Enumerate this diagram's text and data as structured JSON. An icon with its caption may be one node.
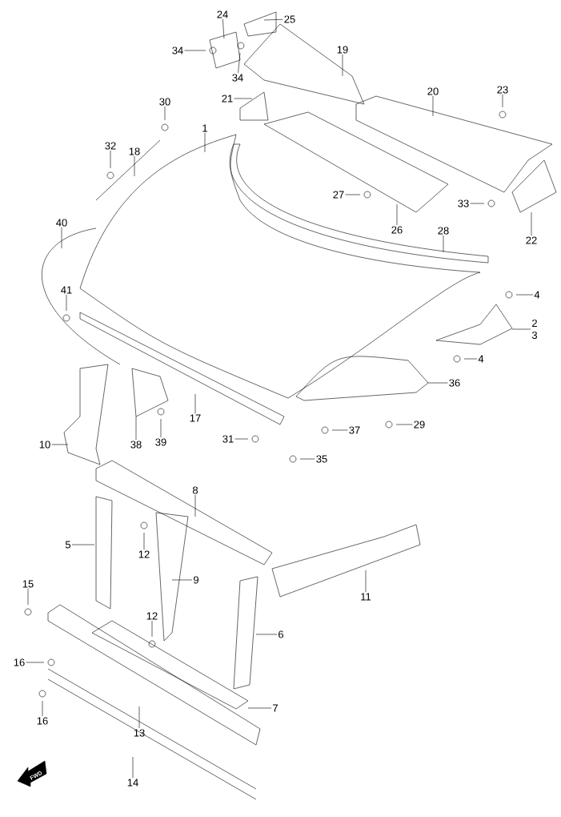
{
  "diagram": {
    "nodes": [
      {
        "text": [
          "24"
        ]
      },
      {
        "text": [
          "25"
        ]
      },
      {
        "text": [
          "34"
        ]
      },
      {
        "text": [
          "34"
        ]
      },
      {
        "text": [
          "19"
        ]
      },
      {
        "text": [
          "20"
        ]
      },
      {
        "text": [
          "23"
        ]
      },
      {
        "text": [
          "21"
        ]
      },
      {
        "text": [
          "30"
        ]
      },
      {
        "text": [
          "1"
        ]
      },
      {
        "text": [
          "32"
        ]
      },
      {
        "text": [
          "18"
        ]
      },
      {
        "text": [
          "27"
        ]
      },
      {
        "text": [
          "26"
        ]
      },
      {
        "text": [
          "33"
        ]
      },
      {
        "text": [
          "22"
        ]
      },
      {
        "text": [
          "40"
        ]
      },
      {
        "text": [
          "28"
        ]
      },
      {
        "text": [
          "41"
        ]
      },
      {
        "text": [
          "4"
        ]
      },
      {
        "text": [
          "2",
          "3"
        ]
      },
      {
        "text": [
          "4"
        ]
      },
      {
        "text": [
          "36"
        ]
      },
      {
        "text": [
          "17"
        ]
      },
      {
        "text": [
          "38"
        ]
      },
      {
        "text": [
          "39"
        ]
      },
      {
        "text": [
          "10"
        ]
      },
      {
        "text": [
          "31"
        ]
      },
      {
        "text": [
          "37"
        ]
      },
      {
        "text": [
          "29"
        ]
      },
      {
        "text": [
          "35"
        ]
      },
      {
        "text": [
          "8"
        ]
      },
      {
        "text": [
          "5"
        ]
      },
      {
        "text": [
          "12"
        ]
      },
      {
        "text": [
          "9"
        ]
      },
      {
        "text": [
          "11"
        ]
      },
      {
        "text": [
          "15"
        ]
      },
      {
        "text": [
          "12"
        ]
      },
      {
        "text": [
          "6"
        ]
      },
      {
        "text": [
          "16"
        ]
      },
      {
        "text": [
          "7"
        ]
      },
      {
        "text": [
          "16"
        ]
      },
      {
        "text": [
          "13"
        ]
      },
      {
        "text": [
          "14"
        ]
      }
    ],
    "edges": [
      {
        "from": 0,
        "to": null,
        "arrow": "none"
      },
      {
        "from": 1,
        "to": null,
        "arrow": "none"
      },
      {
        "from": 2,
        "to": null,
        "arrow": "none"
      },
      {
        "from": 3,
        "to": null,
        "arrow": "none"
      },
      {
        "from": 4,
        "to": null,
        "arrow": "none"
      },
      {
        "from": 5,
        "to": null,
        "arrow": "none"
      },
      {
        "from": 6,
        "to": null,
        "arrow": "none"
      },
      {
        "from": 7,
        "to": null,
        "arrow": "none"
      },
      {
        "from": 8,
        "to": null,
        "arrow": "none"
      },
      {
        "from": 9,
        "to": null,
        "arrow": "none"
      },
      {
        "from": 10,
        "to": null,
        "arrow": "none"
      },
      {
        "from": 11,
        "to": null,
        "arrow": "none"
      },
      {
        "from": 12,
        "to": null,
        "arrow": "none"
      },
      {
        "from": 13,
        "to": null,
        "arrow": "none"
      },
      {
        "from": 14,
        "to": null,
        "arrow": "none"
      },
      {
        "from": 15,
        "to": null,
        "arrow": "none"
      },
      {
        "from": 16,
        "to": null,
        "arrow": "none"
      },
      {
        "from": 17,
        "to": null,
        "arrow": "none"
      },
      {
        "from": 18,
        "to": null,
        "arrow": "none"
      },
      {
        "from": 19,
        "to": null,
        "arrow": "none"
      },
      {
        "from": 20,
        "to": null,
        "arrow": "none"
      },
      {
        "from": 21,
        "to": null,
        "arrow": "none"
      },
      {
        "from": 22,
        "to": null,
        "arrow": "none"
      },
      {
        "from": 23,
        "to": null,
        "arrow": "none"
      },
      {
        "from": 24,
        "to": null,
        "arrow": "none"
      },
      {
        "from": 25,
        "to": null,
        "arrow": "none"
      },
      {
        "from": 26,
        "to": null,
        "arrow": "none"
      },
      {
        "from": 27,
        "to": null,
        "arrow": "none"
      },
      {
        "from": 28,
        "to": null,
        "arrow": "none"
      },
      {
        "from": 29,
        "to": null,
        "arrow": "none"
      },
      {
        "from": 30,
        "to": null,
        "arrow": "none"
      },
      {
        "from": 31,
        "to": null,
        "arrow": "none"
      },
      {
        "from": 32,
        "to": null,
        "arrow": "none"
      },
      {
        "from": 33,
        "to": null,
        "arrow": "none"
      },
      {
        "from": 34,
        "to": null,
        "arrow": "none"
      },
      {
        "from": 35,
        "to": null,
        "arrow": "none"
      },
      {
        "from": 36,
        "to": null,
        "arrow": "none"
      },
      {
        "from": 37,
        "to": null,
        "arrow": "none"
      },
      {
        "from": 38,
        "to": null,
        "arrow": "none"
      },
      {
        "from": 39,
        "to": null,
        "arrow": "none"
      },
      {
        "from": 40,
        "to": null,
        "arrow": "none"
      },
      {
        "from": 41,
        "to": null,
        "arrow": "none"
      },
      {
        "from": 42,
        "to": null,
        "arrow": "none"
      },
      {
        "from": 43,
        "to": null,
        "arrow": "none"
      }
    ],
    "labels": [
      "FWD"
    ]
  }
}
